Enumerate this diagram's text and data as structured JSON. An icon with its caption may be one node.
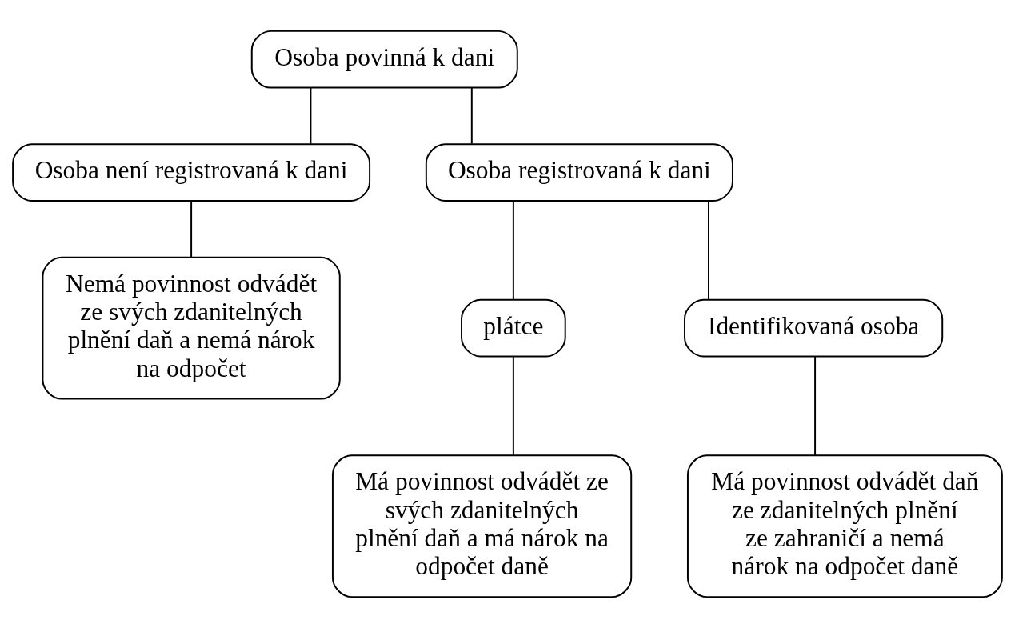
{
  "diagram": {
    "nodes": [
      {
        "text": [
          "Osoba povinná k dani"
        ]
      },
      {
        "text": [
          "Osoba není registrovaná k dani"
        ]
      },
      {
        "text": [
          "Osoba registrovaná k dani"
        ]
      },
      {
        "text": [
          "Nemá povinnost odvádět ze svých zdanitelných plnění daň a nemá nárok na odpočet"
        ]
      },
      {
        "text": [
          "plátce"
        ]
      },
      {
        "text": [
          "Identifikovaná osoba"
        ]
      },
      {
        "text": [
          "Má povinnost odvádět ze svých zdanitelných plnění daň a má nárok na odpočet daně"
        ]
      },
      {
        "text": [
          "Má povinnost odvádět daň ze zdanitelných plnění ze zahraničí a nemá nárok na odpočet daně"
        ]
      }
    ],
    "edges": [
      {
        "from": 0,
        "to": 1,
        "arrow": "none"
      },
      {
        "from": 0,
        "to": 2,
        "arrow": "none"
      },
      {
        "from": 1,
        "to": 3,
        "arrow": "none"
      },
      {
        "from": 2,
        "to": 4,
        "arrow": "none"
      },
      {
        "from": 2,
        "to": 5,
        "arrow": "none"
      },
      {
        "from": 4,
        "to": 6,
        "arrow": "none"
      },
      {
        "from": 5,
        "to": 7,
        "arrow": "none"
      }
    ]
  }
}
